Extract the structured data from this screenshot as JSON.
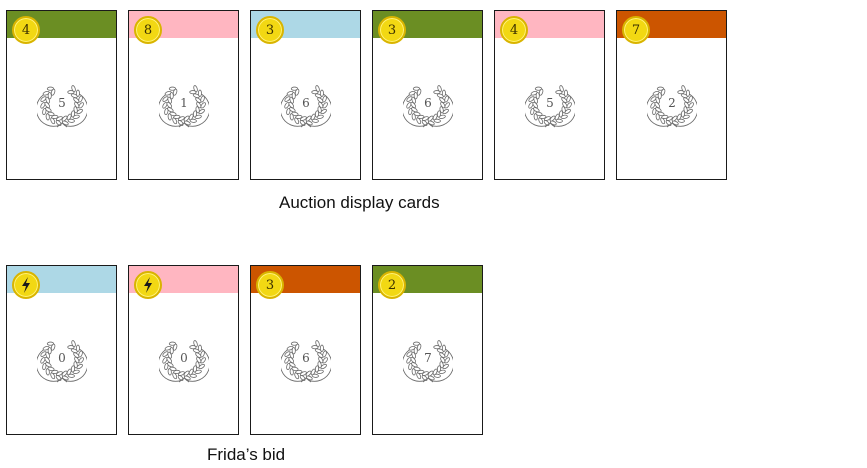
{
  "colors": {
    "green": "#6b8e23",
    "pink": "#ffb6c1",
    "blue": "#add8e6",
    "orange": "#cc5500",
    "coin": "#f2d813"
  },
  "auction": {
    "caption": "Auction display cards",
    "cards": [
      {
        "color": "green",
        "cost": "4",
        "points": "5"
      },
      {
        "color": "pink",
        "cost": "8",
        "points": "1"
      },
      {
        "color": "blue",
        "cost": "3",
        "points": "6"
      },
      {
        "color": "green",
        "cost": "3",
        "points": "6"
      },
      {
        "color": "pink",
        "cost": "4",
        "points": "5"
      },
      {
        "color": "orange",
        "cost": "7",
        "points": "2"
      }
    ]
  },
  "bid": {
    "caption": "Frida’s bid",
    "cards": [
      {
        "color": "blue",
        "cost_icon": "lightning-icon",
        "points": "0"
      },
      {
        "color": "pink",
        "cost_icon": "lightning-icon",
        "points": "0"
      },
      {
        "color": "orange",
        "cost": "3",
        "points": "6"
      },
      {
        "color": "green",
        "cost": "2",
        "points": "7"
      }
    ]
  }
}
